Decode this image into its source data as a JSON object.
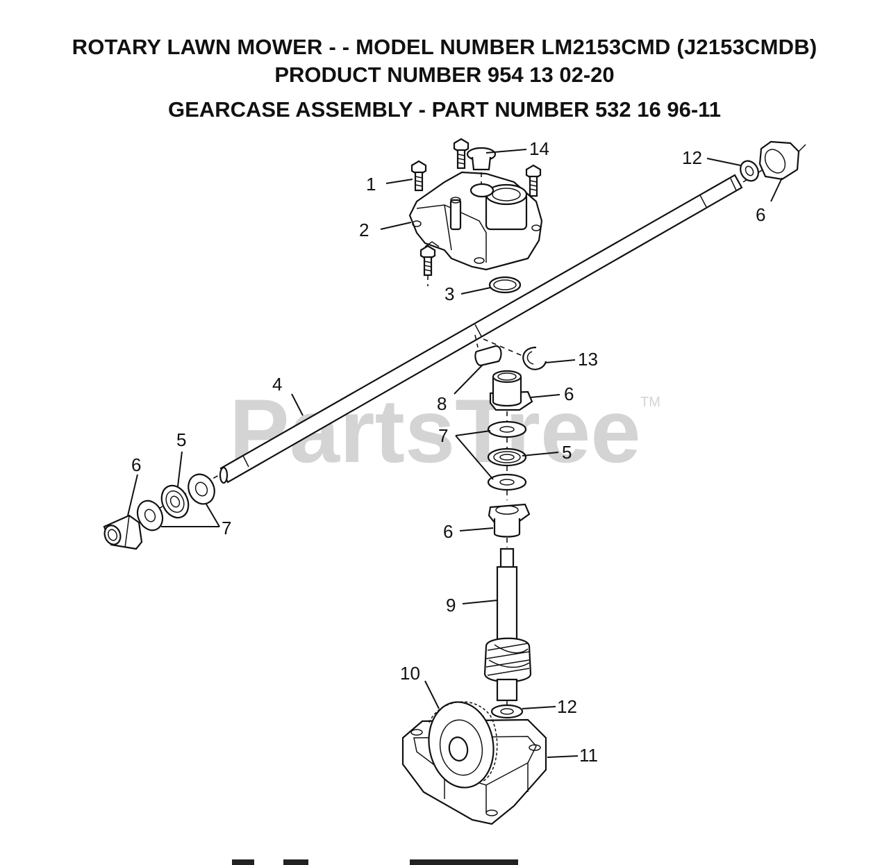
{
  "title_line1": "ROTARY LAWN MOWER - - MODEL NUMBER LM2153CMD (J2153CMDB)",
  "title_line2": "PRODUCT NUMBER 954 13 02-20",
  "title_line3": "GEARCASE ASSEMBLY - PART NUMBER 532 16 96-11",
  "watermark": "PartsTree",
  "watermark_tm": "TM",
  "callouts": {
    "c1": "1",
    "c2": "2",
    "c3": "3",
    "c4": "4",
    "c5a": "5",
    "c5b": "5",
    "c6a": "6",
    "c6b": "6",
    "c6c": "6",
    "c6d": "6",
    "c7a": "7",
    "c7b": "7",
    "c8": "8",
    "c9": "9",
    "c10": "10",
    "c11": "11",
    "c12a": "12",
    "c12b": "12",
    "c13": "13",
    "c14": "14"
  }
}
